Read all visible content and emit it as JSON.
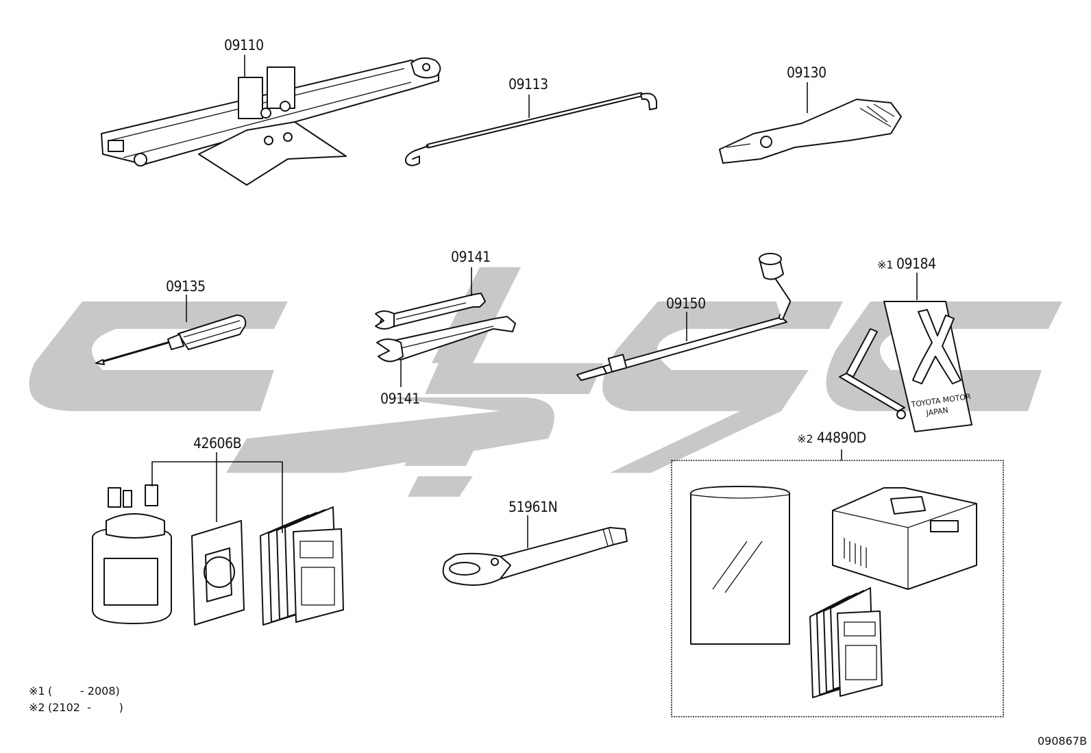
{
  "diagram": {
    "parts": [
      {
        "id": "jack",
        "label": "09110"
      },
      {
        "id": "jack-handle",
        "label": "09113"
      },
      {
        "id": "pliers",
        "label": "09130"
      },
      {
        "id": "screwdriver",
        "label": "09135"
      },
      {
        "id": "wrench-upper",
        "label": "09141"
      },
      {
        "id": "wrench-lower",
        "label": "09141"
      },
      {
        "id": "wheel-nut-wrench",
        "label": "09150"
      },
      {
        "id": "warning-triangle",
        "label": "09184",
        "note_mark": "※1"
      },
      {
        "id": "tire-repair-kit",
        "label": "42606B"
      },
      {
        "id": "towing-eye",
        "label": "51961N"
      },
      {
        "id": "compressor-kit",
        "label": "44890D",
        "note_mark": "※2"
      }
    ],
    "plate_text": [
      "TOYOTA MOTOR",
      "JAPAN"
    ],
    "footnotes": [
      {
        "mark": "※1",
        "text": "(        - 2008)"
      },
      {
        "mark": "※2",
        "text": "(2102  -        )"
      }
    ],
    "diagram_code": "090867B"
  }
}
